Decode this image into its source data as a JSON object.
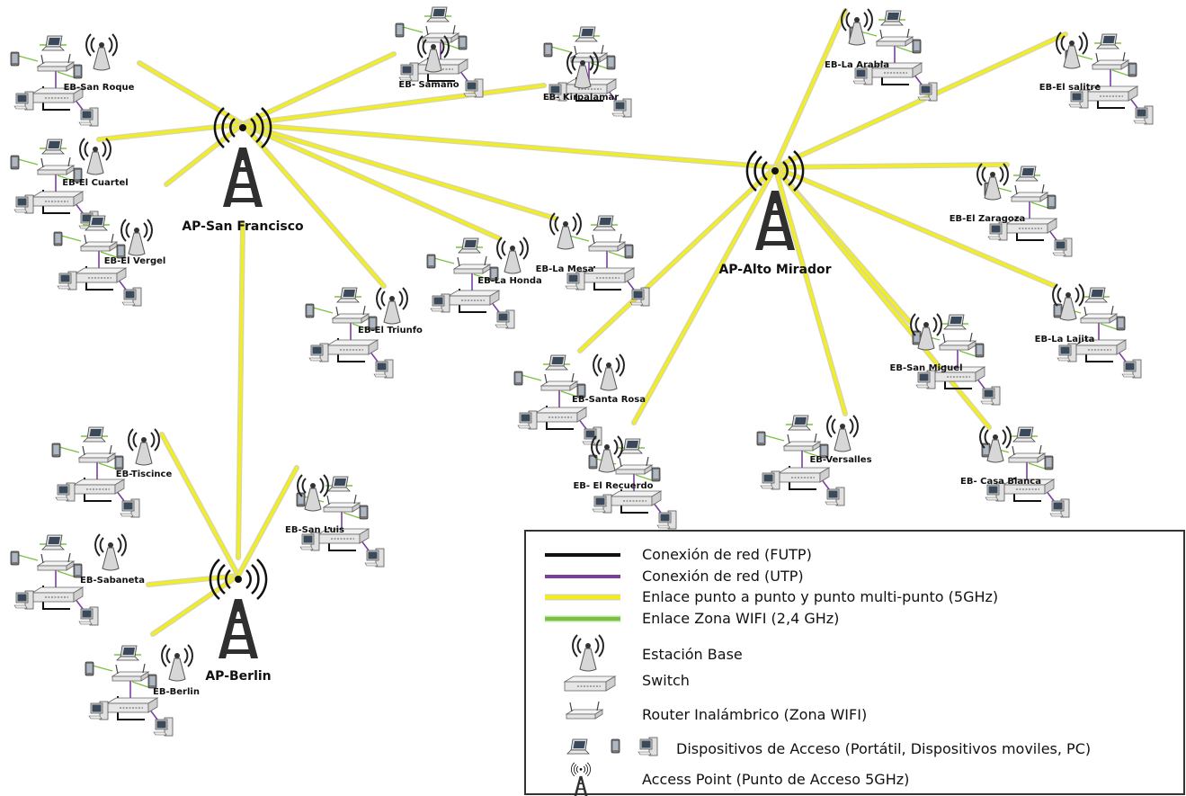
{
  "colors": {
    "futp": "#111111",
    "utp": "#7a3fa0",
    "link_5ghz": "#f2ef1a",
    "wifi_24ghz": "#7bc043"
  },
  "access_points": [
    {
      "id": "ap-san-francisco",
      "label": "AP-San Francisco"
    },
    {
      "id": "ap-alto-mirador",
      "label": "AP-Alto Mirador"
    },
    {
      "id": "ap-berlin",
      "label": "AP-Berlin"
    }
  ],
  "base_stations": [
    {
      "id": "eb-san-roque",
      "label": "EB-San Roque",
      "ap": "ap-san-francisco"
    },
    {
      "id": "eb-el-cuartel",
      "label": "EB-El Cuartel",
      "ap": "ap-san-francisco"
    },
    {
      "id": "eb-el-vergel",
      "label": "EB-El Vergel",
      "ap": "ap-san-francisco"
    },
    {
      "id": "eb-samano",
      "label": "EB- Samano",
      "ap": "ap-san-francisco"
    },
    {
      "id": "eb-kirpalamar",
      "label": "EB- Kirpalamar",
      "ap": "ap-san-francisco"
    },
    {
      "id": "eb-la-honda",
      "label": "EB-La Honda",
      "ap": "ap-san-francisco"
    },
    {
      "id": "eb-el-triunfo",
      "label": "EB-El Triunfo",
      "ap": "ap-san-francisco"
    },
    {
      "id": "eb-la-mesa",
      "label": "EB-La Mesa",
      "ap": "ap-san-francisco"
    },
    {
      "id": "eb-la-arabia",
      "label": "EB-La Arabia",
      "ap": "ap-alto-mirador"
    },
    {
      "id": "eb-el-salitre",
      "label": "EB-El salitre",
      "ap": "ap-alto-mirador"
    },
    {
      "id": "eb-el-zaragoza",
      "label": "EB-El Zaragoza",
      "ap": "ap-alto-mirador"
    },
    {
      "id": "eb-la-lajita",
      "label": "EB-La Lajita",
      "ap": "ap-alto-mirador"
    },
    {
      "id": "eb-san-miguel",
      "label": "EB-San Miguel",
      "ap": "ap-alto-mirador"
    },
    {
      "id": "eb-santa-rosa",
      "label": "EB-Santa Rosa",
      "ap": "ap-alto-mirador"
    },
    {
      "id": "eb-el-recuerdo",
      "label": "EB- El Recuerdo",
      "ap": "ap-alto-mirador"
    },
    {
      "id": "eb-versalles",
      "label": "EB-Versalles",
      "ap": "ap-alto-mirador"
    },
    {
      "id": "eb-casa-blanca",
      "label": "EB- Casa Blanca",
      "ap": "ap-alto-mirador"
    },
    {
      "id": "eb-tiscince",
      "label": "EB-Tiscince",
      "ap": "ap-berlin"
    },
    {
      "id": "eb-sabaneta",
      "label": "EB-Sabaneta",
      "ap": "ap-berlin"
    },
    {
      "id": "eb-berlin",
      "label": "EB-Berlin",
      "ap": "ap-berlin"
    },
    {
      "id": "eb-san-luis",
      "label": "EB-San Luis",
      "ap": "ap-berlin"
    }
  ],
  "legend": {
    "futp": "Conexión de red (FUTP)",
    "utp": "Conexión de red (UTP)",
    "link_5ghz": "Enlace punto a punto  y punto multi-punto (5GHz)",
    "wifi_24ghz": "Enlace Zona WIFI (2,4 GHz)",
    "base_station": "Estación Base",
    "switch": "Switch",
    "router": "Router Inalámbrico (Zona WIFI)",
    "access_devices": "Dispositivos de Acceso (Portátil, Dispositivos moviles, PC)",
    "access_point": "Access Point (Punto de Acceso 5GHz)"
  }
}
